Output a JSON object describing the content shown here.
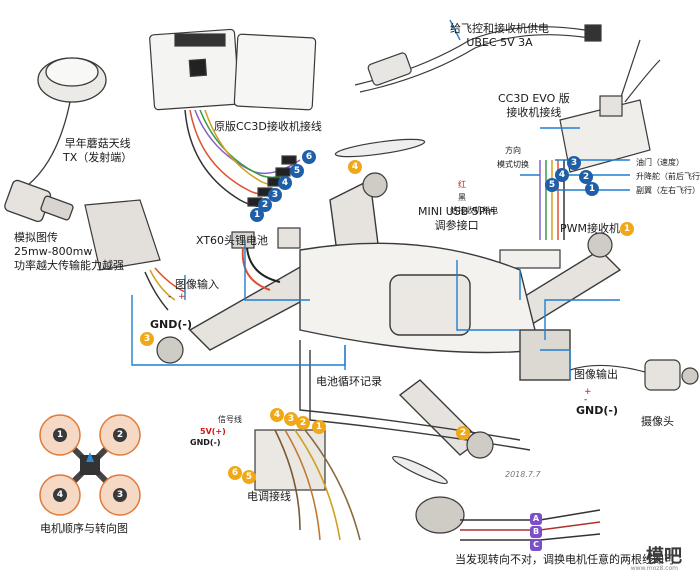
{
  "labels": {
    "antenna": [
      "蘑菇天线",
      "TX（发射端）"
    ],
    "antenna_prefix": "早年",
    "cc3d_original": "原版CC3D接收机接线",
    "ubec": [
      "给飞控和接收机供电",
      "UBEC 5V 3A"
    ],
    "cc3d_evo": [
      "CC3D EVO 版",
      "接收机接线"
    ],
    "direction": "方向",
    "mode_switch": "模式切换",
    "red": "红",
    "black": "黑",
    "rx_power": "给接收机供电",
    "throttle": "油门（速度）",
    "elevator": "升降舵（前后飞行）",
    "aileron": "副翼（左右飞行）",
    "pwm_rx": "PWM接收机",
    "xt60": "XT60头锂电池",
    "mini_usb": [
      "MINI USB 5Pin",
      "调参接口"
    ],
    "vtx": [
      "模拟图传",
      "25mw-800mw",
      "功率越大传输能力越强"
    ],
    "video_in": "图像输入",
    "gnd_left": "GND(-)",
    "battery_loop": "电池循环记录",
    "video_out": "图像输出",
    "gnd_right": "GND(-)",
    "camera": "摄像头",
    "signal_line": "信号线",
    "v5": "5V(+)",
    "gnd_esc": "GND(-)",
    "esc_wiring": "电调接线",
    "motor_order": "电机顺序与转向图",
    "swap_note": "当发现转向不对，调换电机任意的两根线即可",
    "plus": "+",
    "minus": "-",
    "date": "2018.7.7",
    "watermark": "模吧",
    "watermark_url": "www.moz8.com"
  },
  "badges": {
    "blue": [
      "1",
      "2",
      "3",
      "4",
      "5",
      "6",
      "1",
      "2",
      "3",
      "4",
      "5"
    ],
    "orange": [
      "1",
      "2",
      "3",
      "4",
      "4",
      "3",
      "2",
      "1",
      "6",
      "5"
    ],
    "purple": [
      "A",
      "B",
      "C"
    ]
  },
  "colors": {
    "leader": "#1f7fd0",
    "badge_blue": "#1f5fa8",
    "badge_orange": "#f0a818",
    "sketch": "#3a3a3a",
    "rotation": "#e07a3a"
  }
}
